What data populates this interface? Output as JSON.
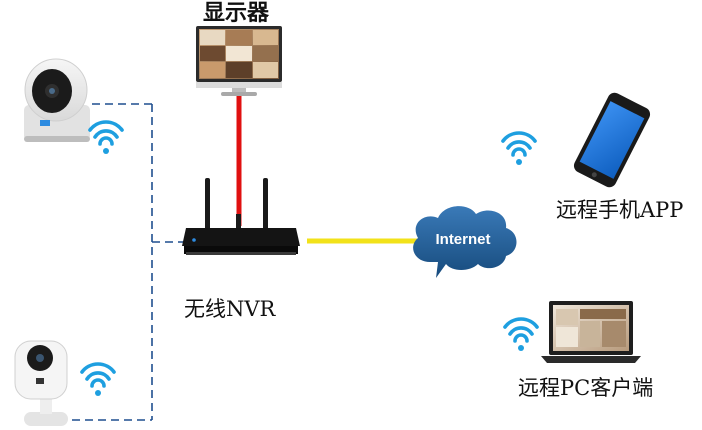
{
  "labels": {
    "monitor": "显示器",
    "nvr": "无线NVR",
    "internet": "Internet",
    "phone": "远程手机APP",
    "pc": "远程PC客户端"
  },
  "colors": {
    "monitor_link": "#e01010",
    "internet_link": "#f2e21a",
    "camera_link": "#1f4f8f",
    "wifi": "#1e9fe0",
    "cloud": "#1f5f98",
    "phone_screen": "#1a73d6",
    "nvr_body": "#141414"
  },
  "icons": {
    "wifi": "wifi-icon",
    "camera": "camera-icon",
    "monitor": "monitor-icon",
    "router": "router-icon",
    "phone": "smartphone-icon",
    "laptop": "laptop-icon",
    "cloud": "cloud-icon"
  }
}
